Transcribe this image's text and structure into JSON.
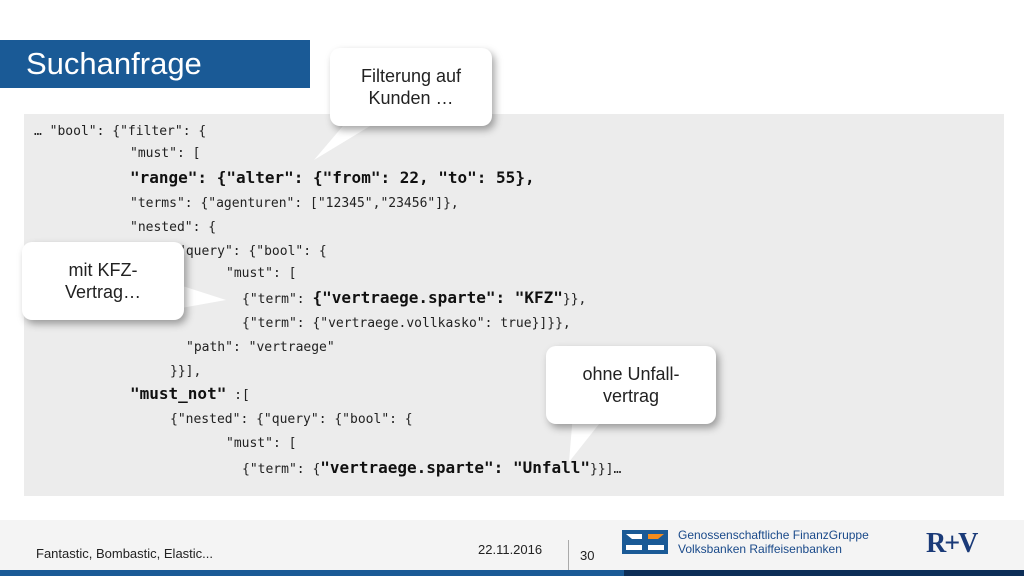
{
  "slide": {
    "title": "Suchanfrage"
  },
  "code": {
    "lines": [
      "… \"bool\": {\"filter\": {",
      "\"must\": [",
      "\"range\": {\"alter\": {\"from\": 22, \"to\": 55},",
      "\"terms\": {\"agenturen\": [\"12345\",\"23456\"]},",
      "\"nested\": {",
      "\"query\": {\"bool\": {",
      "\"must\": [",
      "{\"term\": ",
      "{\"vertraege.sparte\": \"KFZ\"",
      "}},",
      "{\"term\": {\"vertraege.vollkasko\": true}]}},",
      "\"path\": \"vertraege\"",
      "}}],",
      "\"must_not\"",
      " :[",
      "{\"nested\": {\"query\": {\"bool\": {",
      "\"must\": [",
      "{\"term\": {",
      "\"vertraege.sparte\": \"Unfall\"",
      "}}]…"
    ]
  },
  "callouts": {
    "filter": "Filterung auf\nKunden …",
    "kfz": "mit KFZ-\nVertrag…",
    "unfall": "ohne Unfall-\nvertrag"
  },
  "footer": {
    "left_text": "Fantastic, Bombastic, Elastic...",
    "date": "22.11.2016",
    "page": "30",
    "org_line1": "Genossenschaftliche FinanzGruppe",
    "org_line2": "Volksbanken Raiffeisenbanken",
    "brand": "R+V"
  },
  "colors": {
    "title_bar": "#1a5a96",
    "code_bg": "#ececec",
    "footer_bg": "#f4f4f4"
  }
}
